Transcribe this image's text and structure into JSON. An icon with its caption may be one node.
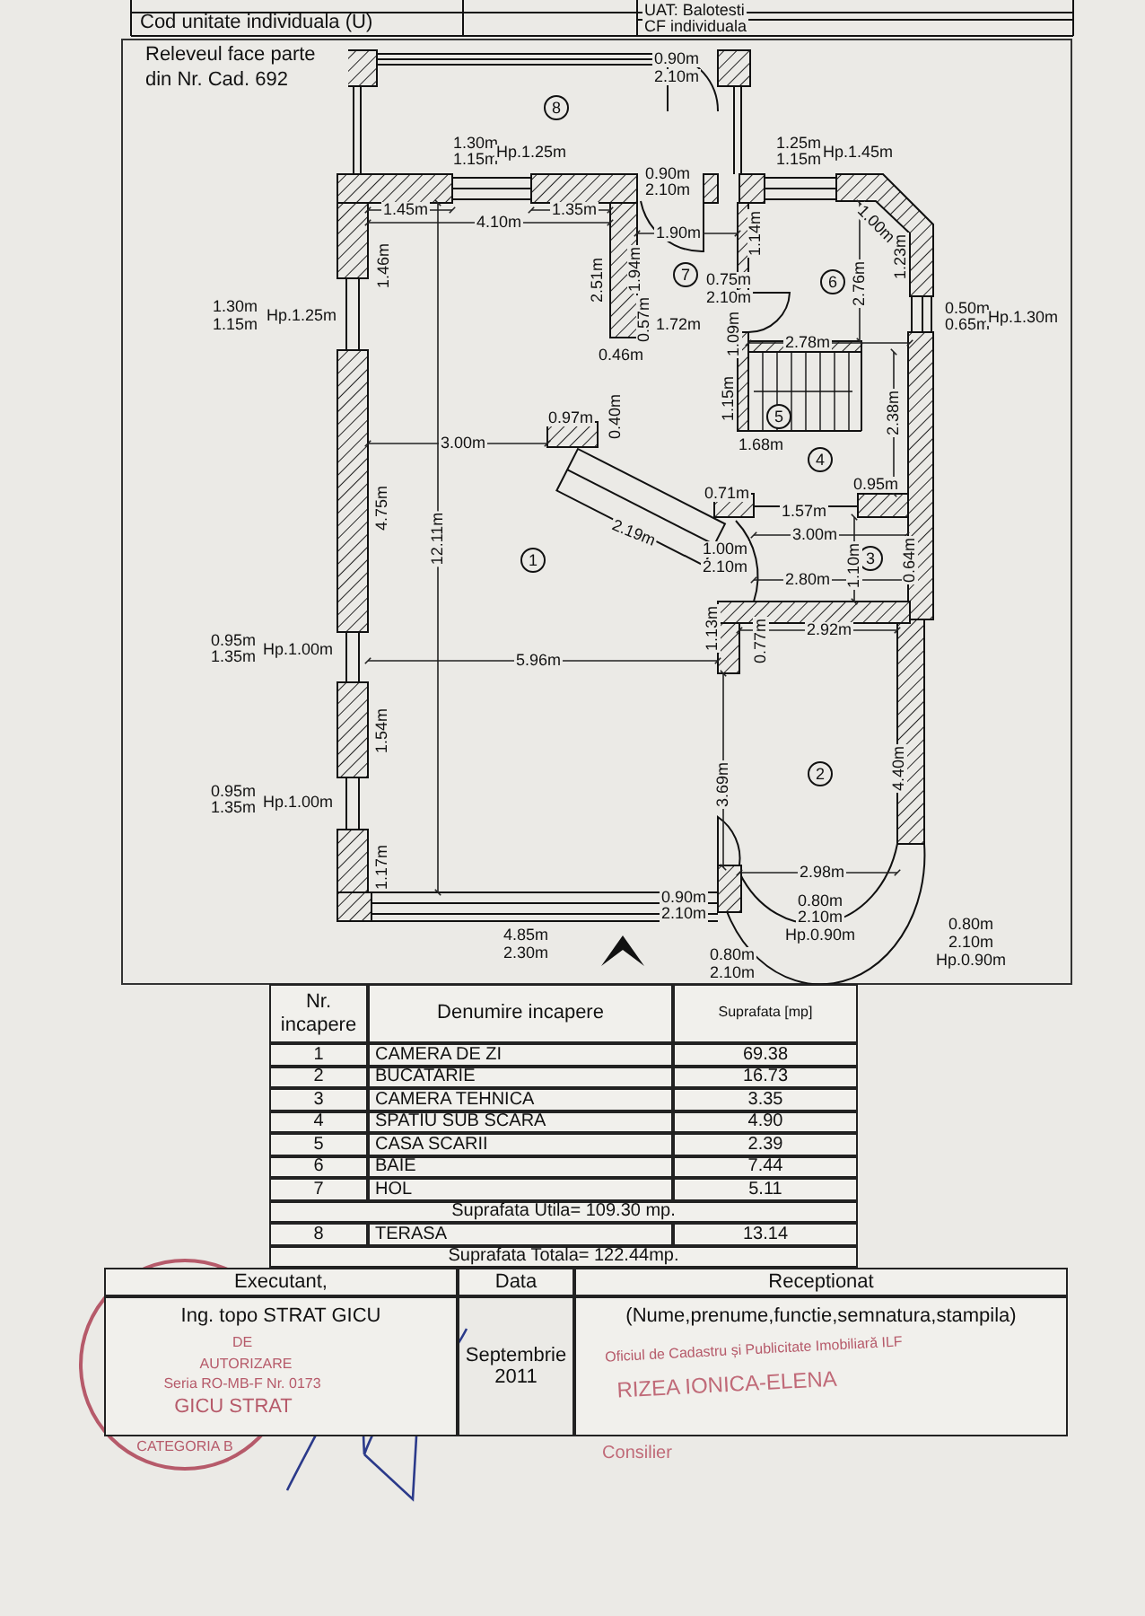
{
  "diagram": {
    "nodes": [
      {
        "text": [
          "8"
        ]
      },
      {
        "text": [
          "7"
        ]
      },
      {
        "text": [
          "6"
        ]
      },
      {
        "text": [
          "5"
        ]
      },
      {
        "text": [
          "4"
        ]
      },
      {
        "text": [
          "1"
        ]
      },
      {
        "text": [
          "3"
        ]
      },
      {
        "text": [
          "2"
        ]
      }
    ],
    "labels": [
      "Cod unitate individuala (U)",
      "UAT: Balotesti",
      "CF individuala",
      "Releveul face parte din Nr. Cad. 692",
      "0.90m",
      "2.10m",
      "1.30m",
      "1.15m",
      "Hp.1.25m",
      "1.25m",
      "1.15m",
      "Hp.1.45m",
      "0.90m",
      "2.10m",
      "1.45m",
      "4.10m",
      "1.35m",
      "1.90m",
      "1.46m",
      "2.51m",
      "1.94m",
      "1.14m",
      "1.00m",
      "2.76m",
      "1.23m",
      "0.75m",
      "2.10m",
      "1.30m",
      "1.15m",
      "Hp.1.25m",
      "0.50m",
      "0.65m",
      "Hp.1.30m",
      "0.57m",
      "1.72m",
      "1.09m",
      "2.78m",
      "0.46m",
      "1.15m",
      "1.68m",
      "2.38m",
      "0.97m",
      "0.40m",
      "3.00m",
      "0.95m",
      "0.71m",
      "4.75m",
      "1.57m",
      "3.00m",
      "2.19m",
      "12.11m",
      "1.00m",
      "2.10m",
      "1.10m",
      "0.64m",
      "2.80m",
      "1.13m",
      "0.77m",
      "2.92m",
      "0.95m",
      "1.35m",
      "Hp.1.00m",
      "5.96m",
      "1.54m",
      "3.69m",
      "4.40m",
      "0.95m",
      "1.35m",
      "Hp.1.00m",
      "1.17m",
      "2.98m",
      "0.90m",
      "2.10m",
      "0.80m",
      "2.10m",
      "Hp.0.90m",
      "0.80m",
      "2.10m",
      "Hp.0.90m",
      "4.85m",
      "2.30m",
      "0.80m",
      "2.10m",
      "Nr. incapere",
      "Denumire incapere",
      "Suprafata [mp]",
      "1",
      "CAMERA DE ZI",
      "69.38",
      "2",
      "BUCATARIE",
      "16.73",
      "3",
      "CAMERA TEHNICA",
      "3.35",
      "4",
      "SPATIU SUB SCARA",
      "4.90",
      "5",
      "CASA SCARII",
      "2.39",
      "6",
      "BAIE",
      "7.44",
      "7",
      "HOL",
      "5.11",
      "Suprafata Utila= 109.30 mp.",
      "8",
      "TERASA",
      "13.14",
      "Suprafata Totala= 122.44mp.",
      "Executant,",
      "Data",
      "Receptionat",
      "Ing. topo STRAT GICU",
      "Septembrie 2011",
      "(Nume,prenume,functie,semnatura,stampila)",
      "DE",
      "AUTORIZARE",
      "Seria RO-MB-F Nr. 0173",
      "GICU STRAT",
      "CATEGORIA B",
      "Oficiul de Cadastru și Publicitate Imobiliară ILF",
      "RIZEA IONICA-ELENA",
      "Consilier"
    ]
  }
}
